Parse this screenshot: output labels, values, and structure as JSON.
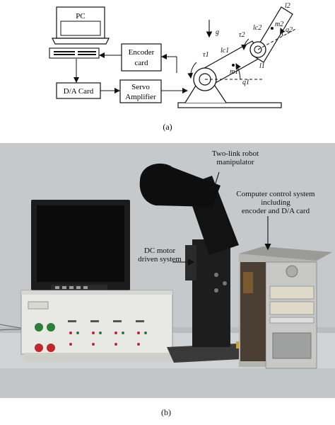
{
  "diagram_a": {
    "pc_label": "PC",
    "encoder_card_line1": "Encoder",
    "encoder_card_line2": "card",
    "da_card_label": "D/A Card",
    "servo_line1": "Servo",
    "servo_line2": "Amplifier",
    "symbols": {
      "g": "g",
      "tau1": "τ1",
      "tau2": "τ2",
      "lc1": "lc1",
      "lc2": "lc2",
      "m1": "m1",
      "m2": "m2",
      "l1": "l1",
      "l2": "l2",
      "q1": "q1",
      "q2": "q2"
    },
    "caption": "(a)"
  },
  "photo_b": {
    "label_robot_line1": "Two-link robot",
    "label_robot_line2": "manipulator",
    "label_computer_line1": "Computer control system",
    "label_computer_line2": "including",
    "label_computer_line3": "encoder and D/A card",
    "label_motor_line1": "DC motor",
    "label_motor_line2": "driven system",
    "caption": "(b)"
  }
}
